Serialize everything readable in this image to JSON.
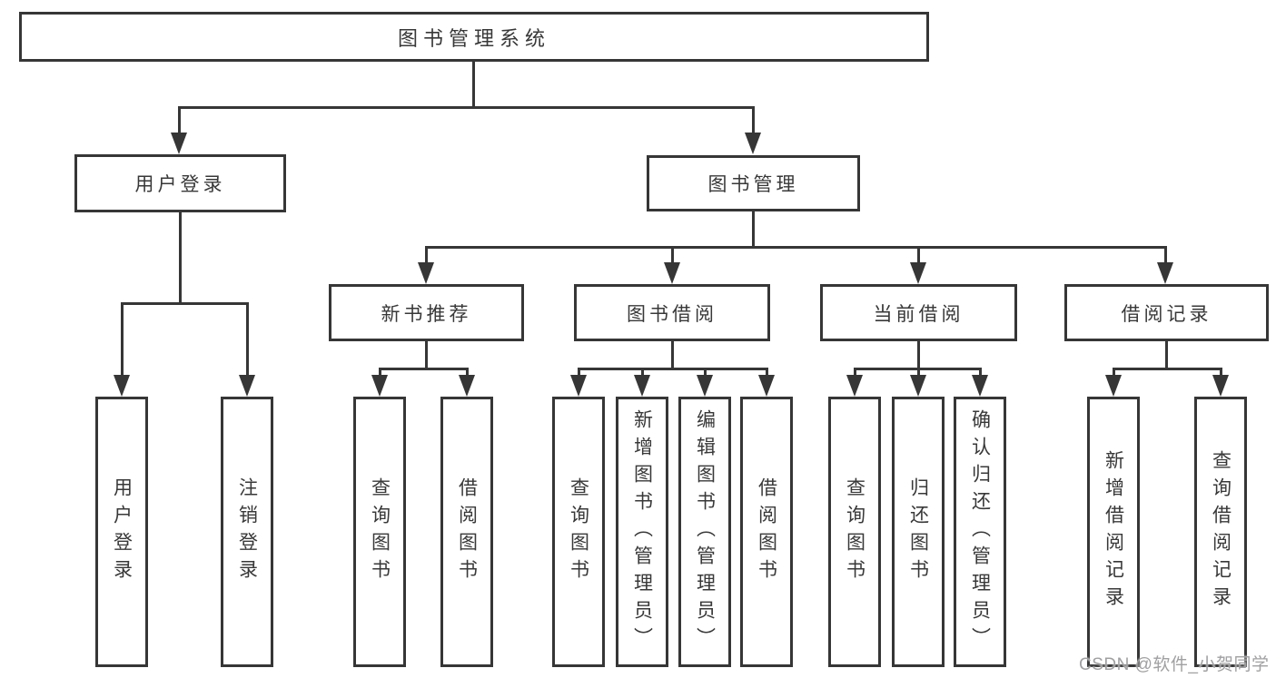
{
  "diagram": {
    "root": {
      "label": "图书管理系统"
    },
    "level1": [
      {
        "label": "用户登录"
      },
      {
        "label": "图书管理"
      }
    ],
    "level2": [
      {
        "label": "新书推荐"
      },
      {
        "label": "图书借阅"
      },
      {
        "label": "当前借阅"
      },
      {
        "label": "借阅记录"
      }
    ],
    "leaves": {
      "user_login": [
        "用户登录",
        "注销登录"
      ],
      "new_book_recommend": [
        "查询图书",
        "借阅图书"
      ],
      "book_borrow": [
        "查询图书",
        "新增图书（管理员）",
        "编辑图书（管理员）",
        "借阅图书"
      ],
      "current_borrow": [
        "查询图书",
        "归还图书",
        "确认归还（管理员）"
      ],
      "borrow_records": [
        "新增借阅记录",
        "查询借阅记录"
      ]
    }
  },
  "watermark": {
    "text": "CSDN @软件_小贺同学"
  },
  "colors": {
    "line": "#363636",
    "text": "#383838",
    "watermark": "#a0a0a2",
    "background": "#ffffff"
  }
}
